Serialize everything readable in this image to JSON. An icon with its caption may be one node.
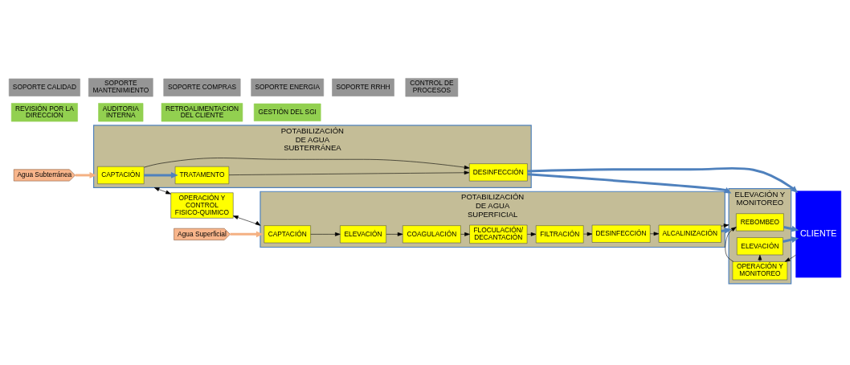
{
  "diagram": {
    "nodes": [
      {
        "text": [
          "Agua Subterránea"
        ]
      },
      {
        "text": [
          "Agua Superficial"
        ]
      },
      {
        "text": [
          "REVISIÓN POR LA DIRECCION"
        ]
      },
      {
        "text": [
          "AUDITORIA INTERNA"
        ]
      },
      {
        "text": [
          "RETROALIMENTACION DEL CLIENTE"
        ]
      },
      {
        "text": [
          "GESTIÓN DEL SGI"
        ]
      },
      {
        "text": [
          "POTABILIZACIÓN DE AGUA SUBTERRÁNEA"
        ]
      },
      {
        "text": [
          "CAPTACIÓN"
        ],
        "in": 6
      },
      {
        "text": [
          "TRATAMENTO"
        ],
        "in": 6
      },
      {
        "text": [
          "DESINFECCIÓN"
        ],
        "in": 6
      },
      {
        "text": [
          "OPERACIÓN Y CONTROL FISICO-QUIMICO"
        ]
      },
      {
        "text": [
          "POTABILIZACIÓN DE AGUA SUPERFICIAL"
        ]
      },
      {
        "text": [
          "CAPTACIÓN"
        ],
        "in": 11
      },
      {
        "text": [
          "ELEVACIÓN"
        ],
        "in": 11
      },
      {
        "text": [
          "COAGULACIÓN"
        ],
        "in": 11
      },
      {
        "text": [
          "FLOCULACIÓN/ DECANTACIÓN"
        ],
        "in": 11
      },
      {
        "text": [
          "FILTRACIÓN"
        ],
        "in": 11
      },
      {
        "text": [
          "DESINFECCIÓN"
        ],
        "in": 11
      },
      {
        "text": [
          "ALCALINIZACIÓN"
        ],
        "in": 11
      },
      {
        "text": [
          "ELEVACIÓN Y MONITOREO"
        ]
      },
      {
        "text": [
          "REBOMBEO"
        ],
        "in": 19
      },
      {
        "text": [
          "OPERACIÓN Y MONITOREO"
        ],
        "in": 19
      },
      {
        "text": [
          "ELEVACIÓN"
        ],
        "in": 19
      },
      {
        "text": [
          "CLIENTE"
        ]
      },
      {
        "text": [
          "SOPORTE CALIDAD"
        ]
      },
      {
        "text": [
          "SOPORTE MANTENIMIENTO"
        ]
      },
      {
        "text": [
          "SOPORTE COMPRAS"
        ]
      },
      {
        "text": [
          "SOPORTE ENERGIA"
        ]
      },
      {
        "text": [
          "SOPORTE RRHH"
        ]
      },
      {
        "text": [
          "CONTROL DE PROCESOS"
        ]
      }
    ],
    "edges": [
      {
        "from": 0,
        "to": 6,
        "arrow": "to",
        "style": "thick",
        "color": "#f4b183"
      },
      {
        "from": 1,
        "to": 11,
        "arrow": "to",
        "style": "thick",
        "color": "#f4b183"
      },
      {
        "from": 7,
        "to": 8,
        "arrow": "to",
        "style": "thick",
        "color": "#4f81bd"
      },
      {
        "from": 7,
        "to": 9,
        "arrow": "to"
      },
      {
        "from": 8,
        "to": 9,
        "arrow": "to"
      },
      {
        "from": 9,
        "to": 23,
        "arrow": "to",
        "style": "thick",
        "color": "#4f81bd"
      },
      {
        "from": 9,
        "to": 19,
        "arrow": "to",
        "style": "thick",
        "color": "#4f81bd"
      },
      {
        "from": 6,
        "to": 10,
        "arrow": "both"
      },
      {
        "from": 10,
        "to": 11,
        "arrow": "both"
      },
      {
        "from": 12,
        "to": 13,
        "arrow": "to"
      },
      {
        "from": 13,
        "to": 14,
        "arrow": "to"
      },
      {
        "from": 14,
        "to": 15,
        "arrow": "to"
      },
      {
        "from": 15,
        "to": 16,
        "arrow": "to"
      },
      {
        "from": 16,
        "to": 17,
        "arrow": "to"
      },
      {
        "from": 17,
        "to": 18,
        "arrow": "to"
      },
      {
        "from": 18,
        "to": 19,
        "arrow": "to",
        "style": "thick",
        "color": "#4f81bd"
      },
      {
        "from": 18,
        "to": 19,
        "arrow": "to"
      },
      {
        "from": 21,
        "to": 20,
        "arrow": "to"
      },
      {
        "from": 21,
        "to": 22,
        "arrow": "to"
      },
      {
        "from": 20,
        "to": 23,
        "arrow": "to",
        "style": "thick",
        "color": "#4f81bd"
      },
      {
        "from": 22,
        "to": 23,
        "arrow": "to",
        "style": "thick",
        "color": "#4f81bd"
      },
      {
        "from": 23,
        "to": 21,
        "arrow": "to"
      }
    ]
  }
}
